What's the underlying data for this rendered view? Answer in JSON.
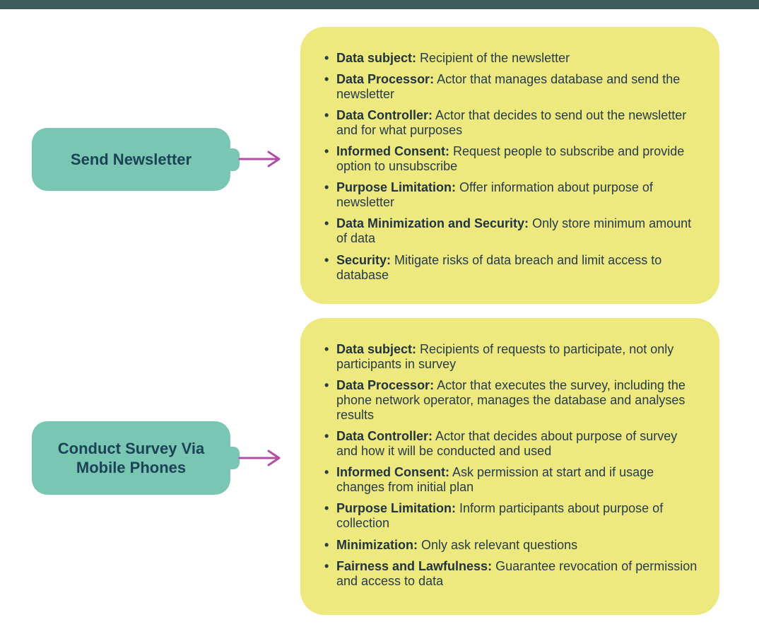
{
  "colors": {
    "top_bar": "#3d5b5c",
    "label_bg": "#79c7b2",
    "label_text": "#1b4257",
    "arrow": "#b14fa5",
    "card_bg": "#ede97f",
    "text": "#273b49"
  },
  "groups": [
    {
      "label": "Send Newsletter",
      "items": [
        {
          "term": "Data subject:",
          "desc": "Recipient of the newsletter"
        },
        {
          "term": "Data Processor:",
          "desc": "Actor that manages database and send the newsletter"
        },
        {
          "term": "Data Controller:",
          "desc": "Actor that decides to send out the newsletter and for what purposes"
        },
        {
          "term": "Informed Consent:",
          "desc": "Request people to subscribe and provide option to unsubscribe"
        },
        {
          "term": "Purpose Limitation:",
          "desc": "Offer information about purpose of newsletter"
        },
        {
          "term": "Data Minimization and Security:",
          "desc": "Only store minimum amount of data"
        },
        {
          "term": "Security:",
          "desc": "Mitigate risks of data breach and limit access to database"
        }
      ]
    },
    {
      "label": "Conduct Survey Via Mobile Phones",
      "items": [
        {
          "term": "Data subject:",
          "desc": "Recipients of requests to participate, not only participants in survey"
        },
        {
          "term": "Data Processor:",
          "desc": "Actor that executes the survey, including the phone network operator, manages the database and analyses results"
        },
        {
          "term": "Data Controller:",
          "desc": "Actor that decides about purpose of survey and how it will be conducted and used"
        },
        {
          "term": "Informed Consent:",
          "desc": "Ask permission at start and if usage changes from initial plan"
        },
        {
          "term": "Purpose Limitation:",
          "desc": "Inform participants about purpose of collection"
        },
        {
          "term": "Minimization:",
          "desc": "Only ask relevant questions"
        },
        {
          "term": "Fairness and Lawfulness:",
          "desc": "Guarantee revocation of permission and access to data"
        }
      ]
    }
  ]
}
